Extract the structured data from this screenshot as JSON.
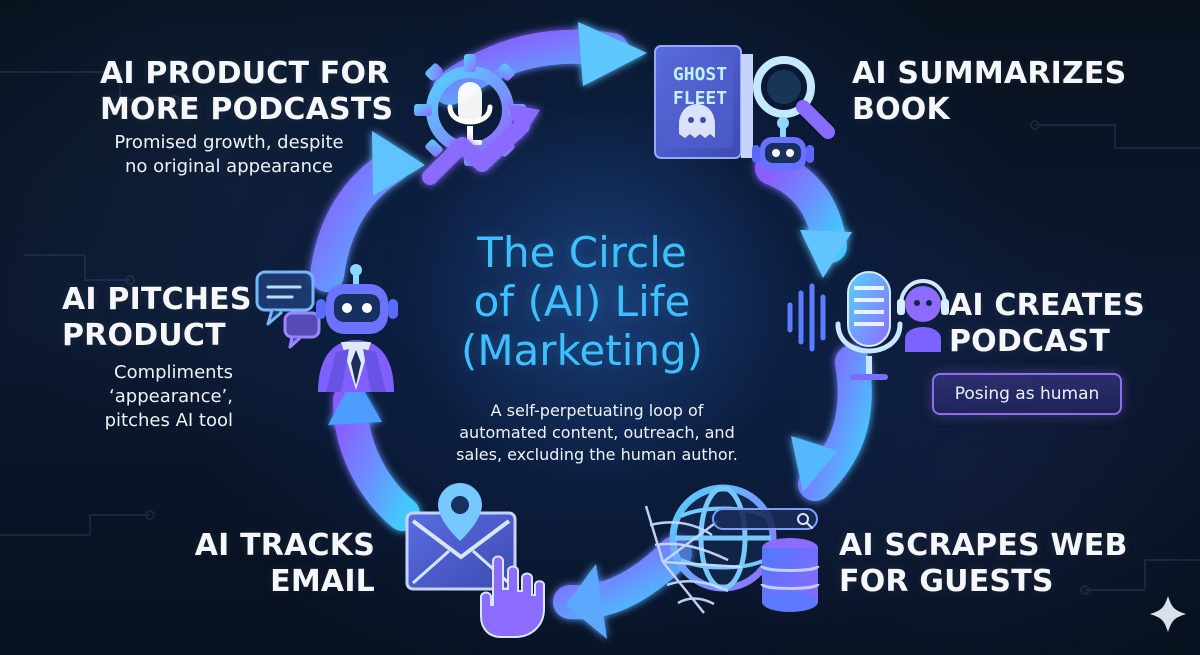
{
  "center": {
    "title": "The Circle\nof (AI) Life\n(Marketing)",
    "description": "A self-perpetuating loop of\nautomated content, outreach, and\nsales, excluding the human author."
  },
  "steps": {
    "podcasts": {
      "title": "AI PRODUCT FOR\nMORE PODCASTS",
      "subtitle": "Promised growth, despite\nno original appearance"
    },
    "book": {
      "title": "AI SUMMARIZES\nBOOK",
      "book_text": "GHOST\nFLEET"
    },
    "create": {
      "title": "AI CREATES\nPODCAST",
      "note": "Posing as human"
    },
    "scrape": {
      "title": "AI SCRAPES WEB\nFOR GUESTS"
    },
    "email": {
      "title": "AI TRACKS\nEMAIL"
    },
    "pitch": {
      "title": "AI PITCHES\nPRODUCT",
      "subtitle": "Compliments\n‘appearance’,\npitches AI tool"
    }
  },
  "colors": {
    "background": "#07111f",
    "cyan": "#3ec0ff",
    "blue": "#4f8fff",
    "purple": "#7f5cff",
    "violet": "#9d7bff",
    "white": "#f5f7fb"
  },
  "icons": [
    "gear-microphone-icon",
    "growth-arrow-icon",
    "book-icon",
    "magnifier-icon",
    "robot-icon",
    "podcast-microphone-icon",
    "sound-wave-icon",
    "headset-robot-icon",
    "globe-icon",
    "spider-web-icon",
    "database-icon",
    "search-bar-icon",
    "email-icon",
    "location-pin-icon",
    "cursor-hand-icon",
    "chat-bubbles-icon",
    "business-robot-icon",
    "sparkle-icon"
  ]
}
